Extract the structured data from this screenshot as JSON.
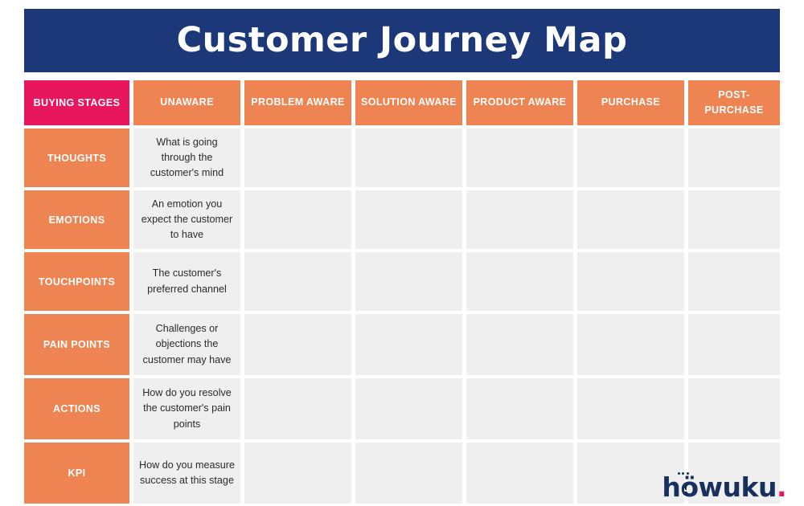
{
  "banner": {
    "title": "Customer Journey Map",
    "background_color": "#1c3878",
    "text_color": "#ffffff"
  },
  "colors": {
    "navy": "#1c3878",
    "magenta": "#e8175d",
    "orange": "#ee8451",
    "cell_gray": "#efefef",
    "page_background": "#ffffff",
    "body_text": "#2b2b2b",
    "logo_navy": "#17305e"
  },
  "table": {
    "corner_header": "BUYING STAGES",
    "stage_headers": [
      "UNAWARE",
      "PROBLEM AWARE",
      "SOLUTION AWARE",
      "PRODUCT AWARE",
      "PURCHASE",
      "POST-PURCHASE"
    ],
    "rows": [
      {
        "label": "THOUGHTS",
        "cells": [
          "What is going through the customer's mind",
          "",
          "",
          "",
          "",
          ""
        ]
      },
      {
        "label": "EMOTIONS",
        "cells": [
          "An emotion you expect the customer to have",
          "",
          "",
          "",
          "",
          ""
        ]
      },
      {
        "label": "TOUCHPOINTS",
        "cells": [
          "The customer's preferred channel",
          "",
          "",
          "",
          "",
          ""
        ]
      },
      {
        "label": "PAIN POINTS",
        "cells": [
          "Challenges or objections the customer may have",
          "",
          "",
          "",
          "",
          ""
        ]
      },
      {
        "label": "ACTIONS",
        "cells": [
          "How do you resolve the customer's pain points",
          "",
          "",
          "",
          "",
          ""
        ]
      },
      {
        "label": "KPI",
        "cells": [
          "How do you measure success at this stage",
          "",
          "",
          "",
          "",
          ""
        ]
      }
    ]
  },
  "logo": {
    "wordmark": "höwuku",
    "punctuation": ".",
    "icon": "clock-in-o-icon"
  }
}
